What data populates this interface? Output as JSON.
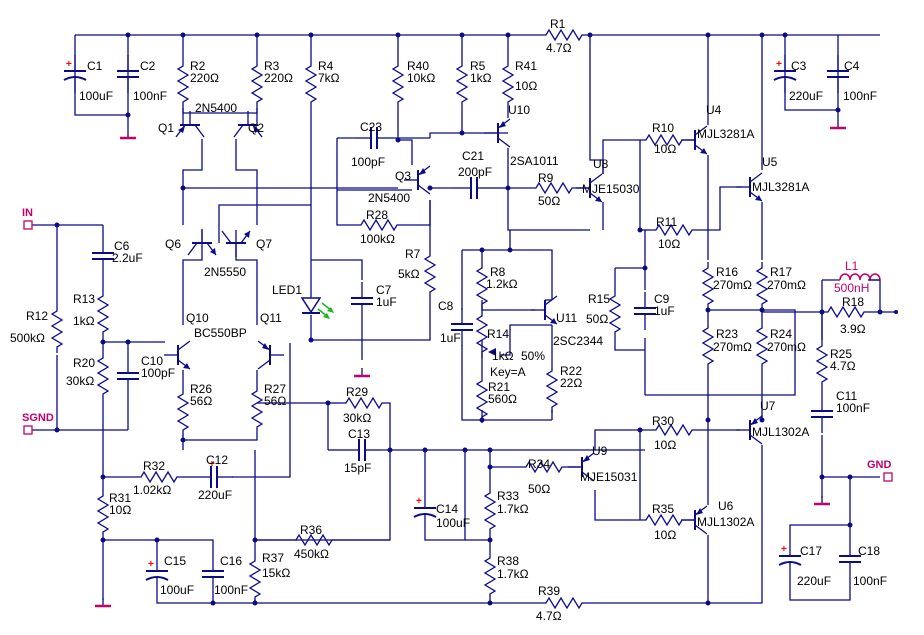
{
  "colors": {
    "wire": "#0b0b8a",
    "text": "#000000",
    "port": "#c4006a",
    "ground": "#c4006a",
    "led_arrow": "#18b818",
    "inductor": "#c4006a",
    "polarity": "#ff0000",
    "dot": "#0b0b8a"
  },
  "ports": {
    "in": "IN",
    "sgnd": "SGND",
    "gnd": "GND"
  },
  "components": {
    "C1": {
      "ref": "C1",
      "value": "100uF"
    },
    "C2": {
      "ref": "C2",
      "value": "100nF"
    },
    "C3": {
      "ref": "C3",
      "value": "220uF"
    },
    "C4": {
      "ref": "C4",
      "value": "100nF"
    },
    "C6": {
      "ref": "C6",
      "value": "2.2uF"
    },
    "C7": {
      "ref": "C7",
      "value": "1uF"
    },
    "C8": {
      "ref": "C8",
      "value": "1uF"
    },
    "C9": {
      "ref": "C9",
      "value": "1uF"
    },
    "C10": {
      "ref": "C10",
      "value": "100pF"
    },
    "C11": {
      "ref": "C11",
      "value": "100nF"
    },
    "C12": {
      "ref": "C12",
      "value": "220uF"
    },
    "C13": {
      "ref": "C13",
      "value": "15pF"
    },
    "C14": {
      "ref": "C14",
      "value": "100uF"
    },
    "C15": {
      "ref": "C15",
      "value": "100uF"
    },
    "C16": {
      "ref": "C16",
      "value": "100nF"
    },
    "C17": {
      "ref": "C17",
      "value": "220uF"
    },
    "C18": {
      "ref": "C18",
      "value": "100nF"
    },
    "C21": {
      "ref": "C21",
      "value": "200pF"
    },
    "C23": {
      "ref": "C23",
      "value": "100pF"
    },
    "R1": {
      "ref": "R1",
      "value": "4.7Ω"
    },
    "R2": {
      "ref": "R2",
      "value": "220Ω"
    },
    "R3": {
      "ref": "R3",
      "value": "220Ω"
    },
    "R4": {
      "ref": "R4",
      "value": "7kΩ"
    },
    "R5": {
      "ref": "R5",
      "value": "1kΩ"
    },
    "R7": {
      "ref": "R7",
      "value": "5kΩ"
    },
    "R8": {
      "ref": "R8",
      "value": "1.2kΩ"
    },
    "R9": {
      "ref": "R9",
      "value": "50Ω"
    },
    "R10": {
      "ref": "R10",
      "value": "10Ω"
    },
    "R11": {
      "ref": "R11",
      "value": "10Ω"
    },
    "R12": {
      "ref": "R12",
      "value": "500kΩ"
    },
    "R13": {
      "ref": "R13",
      "value": "1kΩ"
    },
    "R14": {
      "ref": "R14",
      "value": "1kΩ",
      "extra": "50%",
      "key": "Key=A"
    },
    "R15": {
      "ref": "R15",
      "value": "50Ω"
    },
    "R16": {
      "ref": "R16",
      "value": "270mΩ"
    },
    "R17": {
      "ref": "R17",
      "value": "270mΩ"
    },
    "R18": {
      "ref": "R18",
      "value": "3.9Ω"
    },
    "R20": {
      "ref": "R20",
      "value": "30kΩ"
    },
    "R21": {
      "ref": "R21",
      "value": "560Ω"
    },
    "R22": {
      "ref": "R22",
      "value": "22Ω"
    },
    "R23": {
      "ref": "R23",
      "value": "270mΩ"
    },
    "R24": {
      "ref": "R24",
      "value": "270mΩ"
    },
    "R25": {
      "ref": "R25",
      "value": "4.7Ω"
    },
    "R26": {
      "ref": "R26",
      "value": "56Ω"
    },
    "R27": {
      "ref": "R27",
      "value": "56Ω"
    },
    "R28": {
      "ref": "R28",
      "value": "100kΩ"
    },
    "R29": {
      "ref": "R29",
      "value": "30kΩ"
    },
    "R30": {
      "ref": "R30",
      "value": "10Ω"
    },
    "R31": {
      "ref": "R31",
      "value": "10Ω"
    },
    "R32": {
      "ref": "R32",
      "value": "1.02kΩ"
    },
    "R33": {
      "ref": "R33",
      "value": "1.7kΩ"
    },
    "R34": {
      "ref": "R34",
      "value": "50Ω"
    },
    "R35": {
      "ref": "R35",
      "value": "10Ω"
    },
    "R36": {
      "ref": "R36",
      "value": "450kΩ"
    },
    "R37": {
      "ref": "R37",
      "value": "15kΩ"
    },
    "R38": {
      "ref": "R38",
      "value": "1.7kΩ"
    },
    "R39": {
      "ref": "R39",
      "value": "4.7Ω"
    },
    "R40": {
      "ref": "R40",
      "value": "10kΩ"
    },
    "R41": {
      "ref": "R41",
      "value": "10Ω"
    },
    "L1": {
      "ref": "L1",
      "value": "500nH"
    },
    "LED1": {
      "ref": "LED1"
    },
    "Q1": {
      "ref": "Q1"
    },
    "Q2": {
      "ref": "Q2",
      "part": "2N5400"
    },
    "Q3": {
      "ref": "Q3",
      "part": "2N5400"
    },
    "Q6": {
      "ref": "Q6"
    },
    "Q7": {
      "ref": "Q7",
      "part": "2N5550"
    },
    "Q10": {
      "ref": "Q10",
      "part": "BC550BP"
    },
    "Q11": {
      "ref": "Q11"
    },
    "U4": {
      "ref": "U4",
      "part": "MJL3281A"
    },
    "U5": {
      "ref": "U5",
      "part": "MJL3281A"
    },
    "U6": {
      "ref": "U6",
      "part": "MJL1302A"
    },
    "U7": {
      "ref": "U7",
      "part": "MJL1302A"
    },
    "U8": {
      "ref": "U8",
      "part": "MJE15030"
    },
    "U9": {
      "ref": "U9",
      "part": "MJE15031"
    },
    "U10": {
      "ref": "U10",
      "part": "2SA1011"
    },
    "U11": {
      "ref": "U11",
      "part": "2SC2344"
    }
  }
}
